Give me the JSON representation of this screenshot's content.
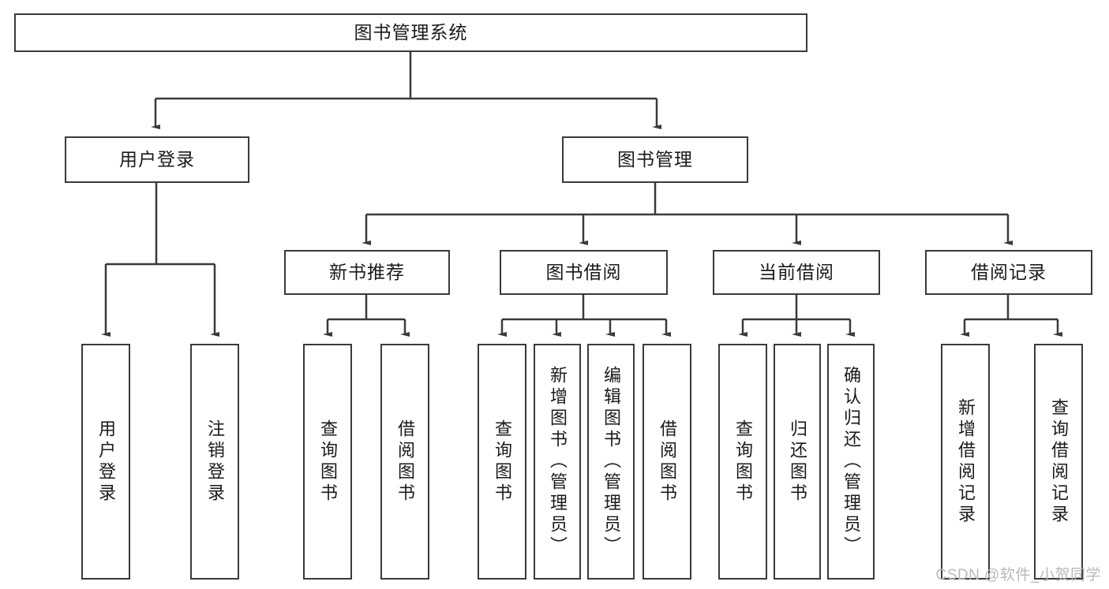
{
  "diagram": {
    "title": "图书管理系统",
    "type": "tree-hierarchy",
    "stroke_color": "#3a3a3a",
    "text_color": "#1a1a1a",
    "background_color": "#ffffff",
    "root": {
      "label": "图书管理系统"
    },
    "level2": [
      {
        "label": "用户登录"
      },
      {
        "label": "图书管理"
      }
    ],
    "level3": [
      {
        "label": "新书推荐"
      },
      {
        "label": "图书借阅"
      },
      {
        "label": "当前借阅"
      },
      {
        "label": "借阅记录"
      }
    ],
    "leaves": {
      "user_login": [
        {
          "label": "用户登录"
        },
        {
          "label": "注销登录"
        }
      ],
      "new_book_recommend": [
        {
          "label": "查询图书"
        },
        {
          "label": "借阅图书"
        }
      ],
      "book_borrow": [
        {
          "label": "查询图书"
        },
        {
          "label": "新增图书（管理员）"
        },
        {
          "label": "编辑图书（管理员）"
        },
        {
          "label": "借阅图书"
        }
      ],
      "current_borrow": [
        {
          "label": "查询图书"
        },
        {
          "label": "归还图书"
        },
        {
          "label": "确认归还（管理员）"
        }
      ],
      "borrow_record": [
        {
          "label": "新增借阅记录"
        },
        {
          "label": "查询借阅记录"
        }
      ]
    }
  },
  "watermark": {
    "text": "CSDN @软件_小贺同学"
  }
}
